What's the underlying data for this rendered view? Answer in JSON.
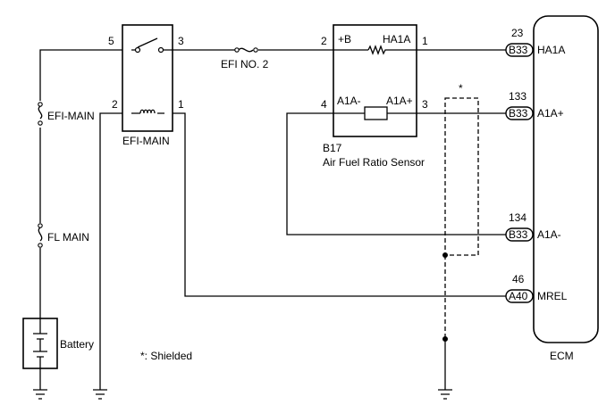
{
  "labels": {
    "efi_main_fuse": "EFI-MAIN",
    "fl_main_fuse": "FL MAIN",
    "battery": "Battery",
    "efi_main_relay": "EFI-MAIN",
    "efi_no2_fuse": "EFI NO. 2",
    "shielded_note": "*: Shielded",
    "shield_marker": "*",
    "ecm": "ECM"
  },
  "relay_pins": {
    "p5": "5",
    "p3": "3",
    "p2": "2",
    "p1": "1"
  },
  "sensor": {
    "code": "B17",
    "name": "Air Fuel Ratio Sensor",
    "pin2": "2",
    "pin1": "1",
    "pin4": "4",
    "pin3": "3",
    "plus_b": "+B",
    "ha1a": "HA1A",
    "a1a_minus": "A1A-",
    "a1a_plus": "A1A+"
  },
  "ecm_terminals": [
    {
      "connector": "B33",
      "pin": "23",
      "signal": "HA1A"
    },
    {
      "connector": "B33",
      "pin": "133",
      "signal": "A1A+"
    },
    {
      "connector": "B33",
      "pin": "134",
      "signal": "A1A-"
    },
    {
      "connector": "A40",
      "pin": "46",
      "signal": "MREL"
    }
  ]
}
